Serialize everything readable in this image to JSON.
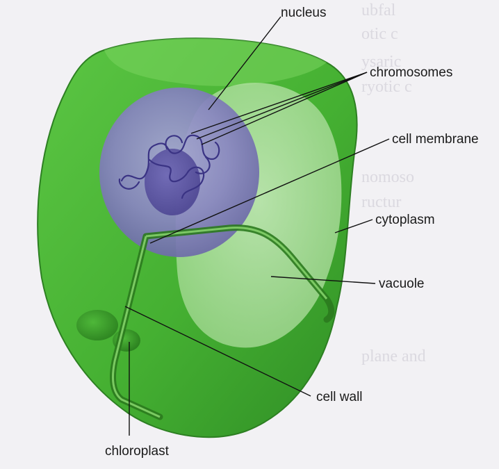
{
  "labels": {
    "nucleus": "nucleus",
    "chromosomes": "chromosomes",
    "cell_membrane": "cell membrane",
    "cytoplasm": "cytoplasm",
    "vacuole": "vacuole",
    "cell_wall": "cell wall",
    "chloroplast": "chloroplast"
  },
  "colors": {
    "cell_green": "#4fb83a",
    "cell_green_dark": "#2f8a22",
    "nucleus_purple": "#7d78b8",
    "vacuole_pale": "#c9ebbd",
    "page_bg": "#f2f1f4"
  }
}
